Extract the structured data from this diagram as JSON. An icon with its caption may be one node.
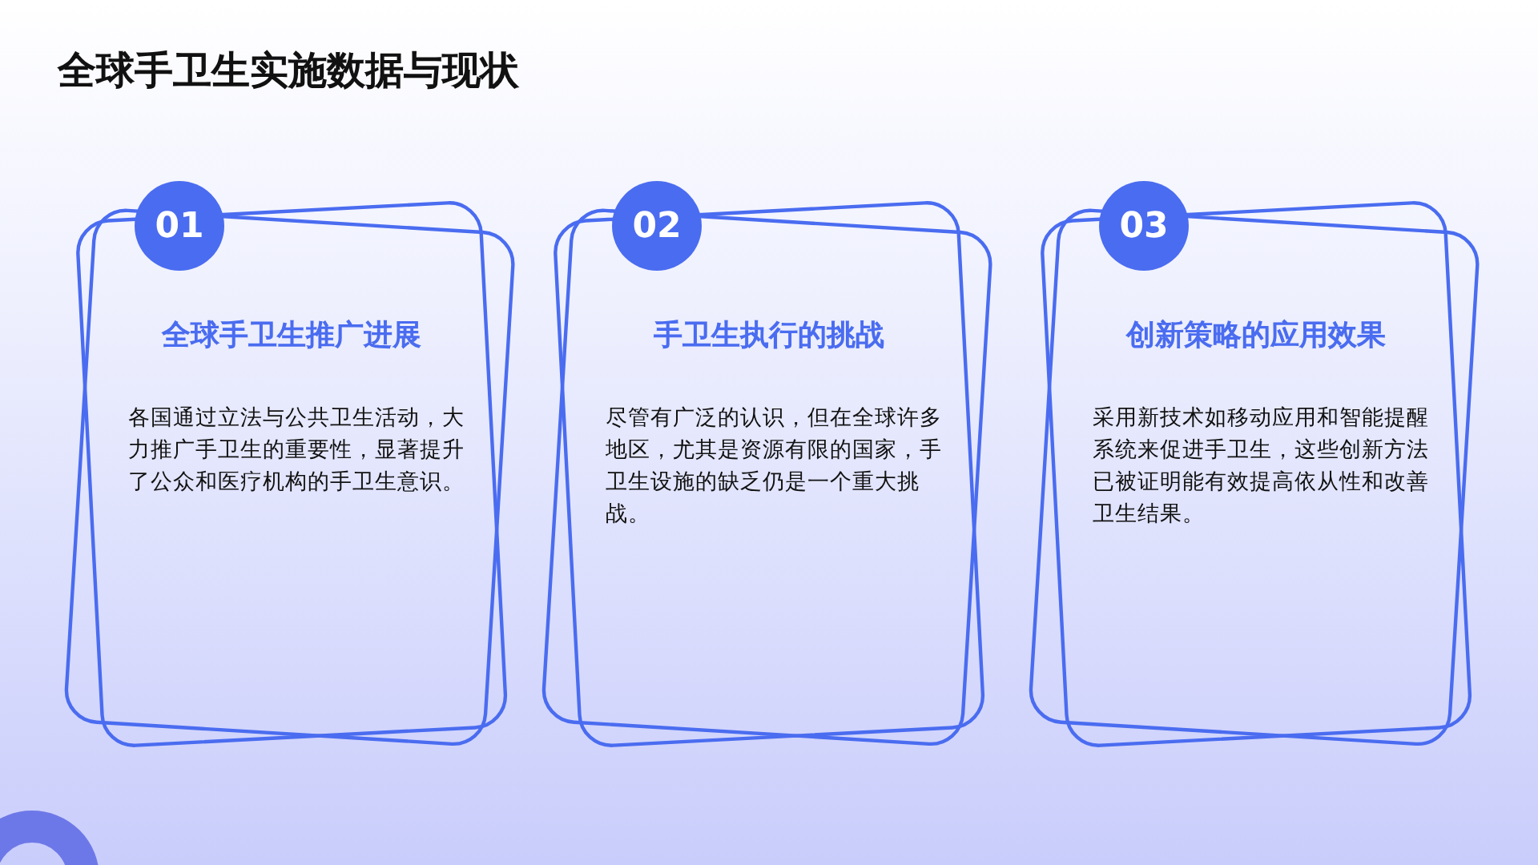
{
  "diagram": {
    "title": "全球手卫生实施数据与现状",
    "nodes": [
      {
        "text": [
          "全球手卫生推广进展",
          "各国通过立法与公共卫生活动，大力推广手卫生的重要性，显著提升了公众和医疗机构的手卫生意识。"
        ]
      },
      {
        "text": [
          "01"
        ]
      },
      {
        "text": [
          "手卫生执行的挑战",
          "尽管有广泛的认识，但在全球许多地区，尤其是资源有限的国家，手卫生设施的缺乏仍是一个重大挑战。"
        ]
      },
      {
        "text": [
          "02"
        ]
      },
      {
        "text": [
          "创新策略的应用效果",
          "采用新技术如移动应用和智能提醒系统来促进手卫生，这些创新方法已被证明能有效提高依从性和改善卫生结果。"
        ]
      },
      {
        "text": [
          "03"
        ]
      }
    ],
    "edges": []
  }
}
